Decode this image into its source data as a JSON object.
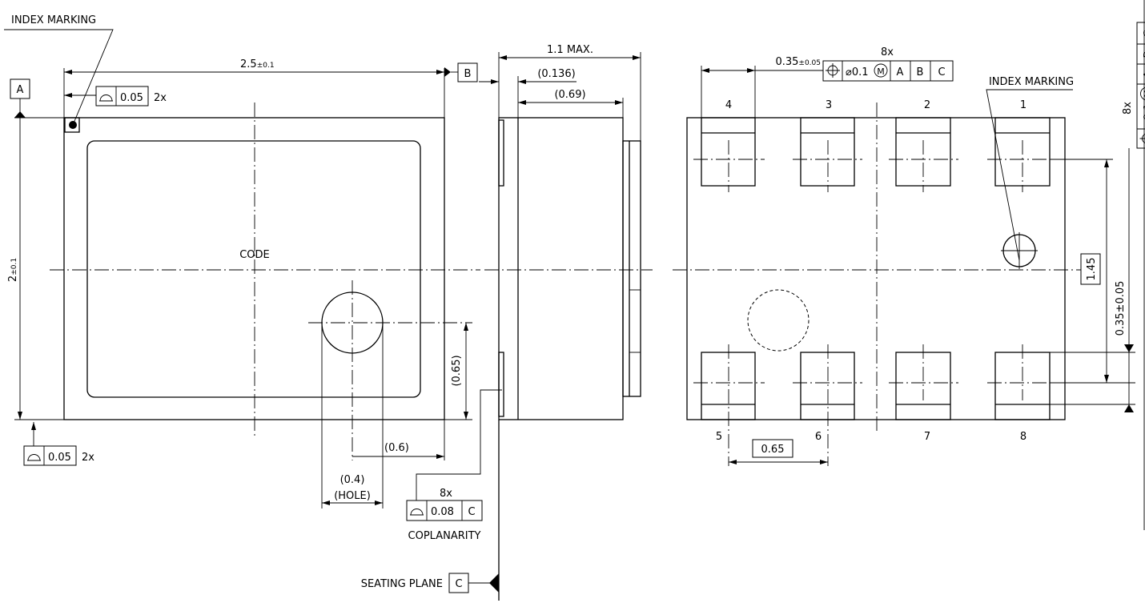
{
  "top_view": {
    "index_marking": "INDEX MARKING",
    "width_dim": "2.5",
    "width_tol": "±0.1",
    "height_dim": "2",
    "height_tol": "±0.1",
    "datum_a": "A",
    "datum_b": "B",
    "flatness_value": "0.05",
    "flatness_count": "2x",
    "flatness_value_bottom": "0.05",
    "flatness_count_bottom": "2x",
    "code": "CODE",
    "hole_offset_y": "(0.65)",
    "hole_offset_x": "(0.6)",
    "hole_dia": "(0.4)",
    "hole_label": "(HOLE)"
  },
  "side_view": {
    "height_dim": "1.1 MAX.",
    "dim_0136": "(0.136)",
    "dim_069": "(0.69)",
    "coplanarity_count": "8x",
    "coplanarity_value": "0.08",
    "coplanarity_datum": "C",
    "coplanarity_label": "COPLANARITY",
    "seating_plane": "SEATING PLANE",
    "datum_c": "C"
  },
  "bottom_view": {
    "pad_width": "0.35",
    "pad_width_tol": "±0.05",
    "position_count": "8x",
    "position_value": "⌀0.1",
    "mmc": "M",
    "datums": [
      "A",
      "B",
      "C"
    ],
    "index_marking": "INDEX MARKING",
    "pins": [
      "1",
      "2",
      "3",
      "4",
      "5",
      "6",
      "7",
      "8"
    ],
    "pitch": "0.65",
    "row_spacing": "1.45",
    "pad_length": "0.35±0.05",
    "side_fcf_count": "8x"
  }
}
